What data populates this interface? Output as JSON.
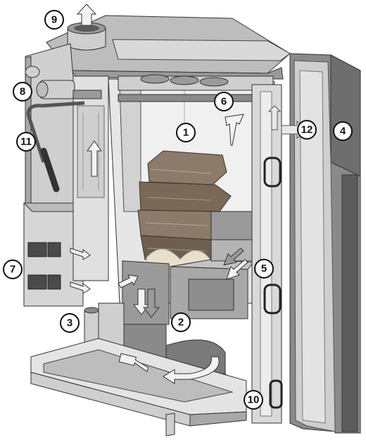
{
  "diagram": {
    "callouts": [
      {
        "id": "c1",
        "label": "1"
      },
      {
        "id": "c2",
        "label": "2"
      },
      {
        "id": "c3",
        "label": "3"
      },
      {
        "id": "c4",
        "label": "4"
      },
      {
        "id": "c5",
        "label": "5"
      },
      {
        "id": "c6",
        "label": "6"
      },
      {
        "id": "c7",
        "label": "7"
      },
      {
        "id": "c8",
        "label": "8"
      },
      {
        "id": "c9",
        "label": "9"
      },
      {
        "id": "c10",
        "label": "10"
      },
      {
        "id": "c11",
        "label": "11"
      },
      {
        "id": "c12",
        "label": "12"
      }
    ],
    "colors": {
      "light_panel": "#d9d9d9",
      "mid_panel": "#bdbdbd",
      "dark_panel": "#7a7a7a",
      "darkest": "#4a4a4a",
      "wood": "#8c7a6a",
      "flame": "#e8e0c8",
      "arrow": "#f2f2f2"
    }
  }
}
